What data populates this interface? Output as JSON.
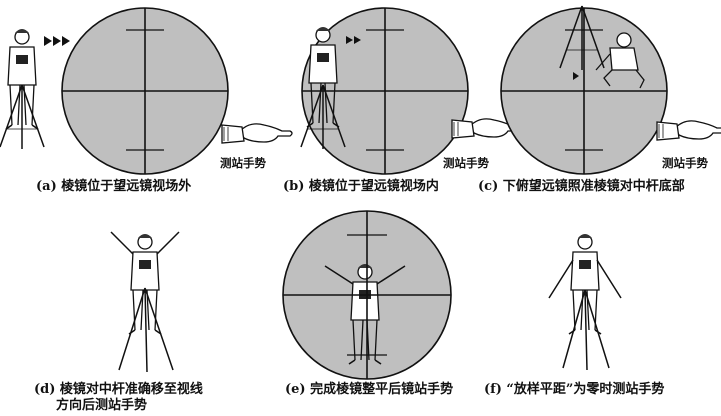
{
  "panels": [
    {
      "caption": "(a) 棱镜位于望远镜视场外",
      "gesture_label": "测站手势"
    },
    {
      "caption": "(b) 棱镜位于望远镜视场内",
      "gesture_label": "测站手势"
    },
    {
      "caption": "(c) 下俯望远镜照准棱镜对中杆底部",
      "gesture_label": "测站手势"
    },
    {
      "caption_line1": "(d) 棱镜对中杆准确移至视线",
      "caption_line2": "方向后测站手势"
    },
    {
      "caption": "(e) 完成棱镜整平后镜站手势"
    },
    {
      "caption": "(f) “放样平距”为零时测站手势"
    }
  ],
  "colors": {
    "scope_fill": "#bfbfbf",
    "line": "#111111",
    "background": "#ffffff"
  },
  "icons": [
    "telescope-field-view",
    "crosshair",
    "surveyor-figure",
    "tripod",
    "pointing-hand-icon",
    "triangle-arrow-icon"
  ]
}
